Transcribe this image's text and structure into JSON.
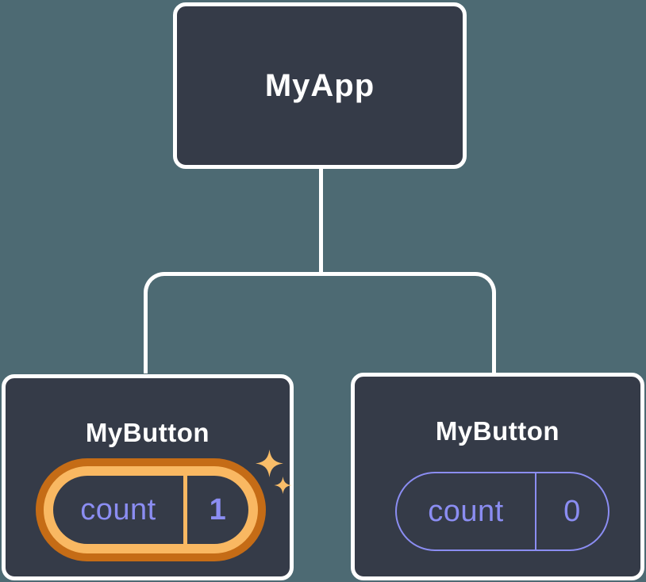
{
  "colors": {
    "background": "#4D6A73",
    "node_bg": "#353B48",
    "node_border": "#FFFFFF",
    "text": "#FFFFFF",
    "state": "#8B8DF2",
    "hl_outer": "#C56C16",
    "hl_inner": "#F9B862",
    "sparkle": "#F9BD69"
  },
  "diagram": {
    "type": "component-tree",
    "root": {
      "label": "MyApp"
    },
    "children": [
      {
        "label": "MyButton",
        "state": {
          "key": "count",
          "value": "1"
        },
        "highlighted": true,
        "icon": "sparkles-icon"
      },
      {
        "label": "MyButton",
        "state": {
          "key": "count",
          "value": "0"
        },
        "highlighted": false
      }
    ]
  }
}
